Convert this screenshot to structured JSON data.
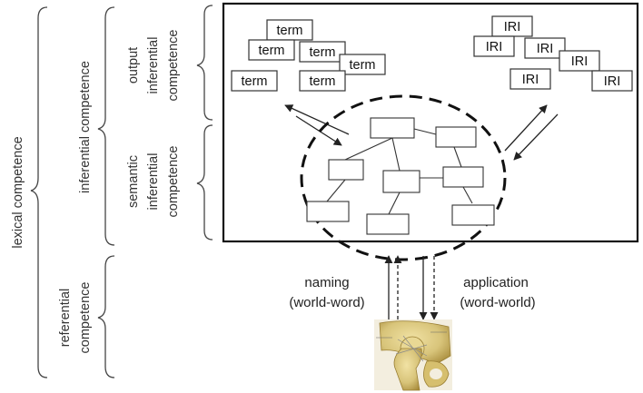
{
  "labels": {
    "lexical_competence": "lexical competence",
    "inferential_competence": "inferential competence",
    "referential_competence": [
      "referential",
      "competence"
    ],
    "output_inferential_competence": [
      "output",
      "inferential",
      "competence"
    ],
    "semantic_inferential_competence": [
      "semantic",
      "inferential",
      "competence"
    ],
    "naming": [
      "naming",
      "(world-word)"
    ],
    "application": [
      "application",
      "(word-world)"
    ]
  },
  "term_boxes": [
    "term",
    "term",
    "term",
    "term",
    "term",
    "term"
  ],
  "iri_boxes": [
    "IRI",
    "IRI",
    "IRI",
    "IRI",
    "IRI",
    "IRI"
  ],
  "colors": {
    "ink": "#222222",
    "bone": "#d8c47a",
    "bone_shadow": "#b89e4a"
  },
  "icons": {
    "image": "hip-joint-illustration"
  }
}
